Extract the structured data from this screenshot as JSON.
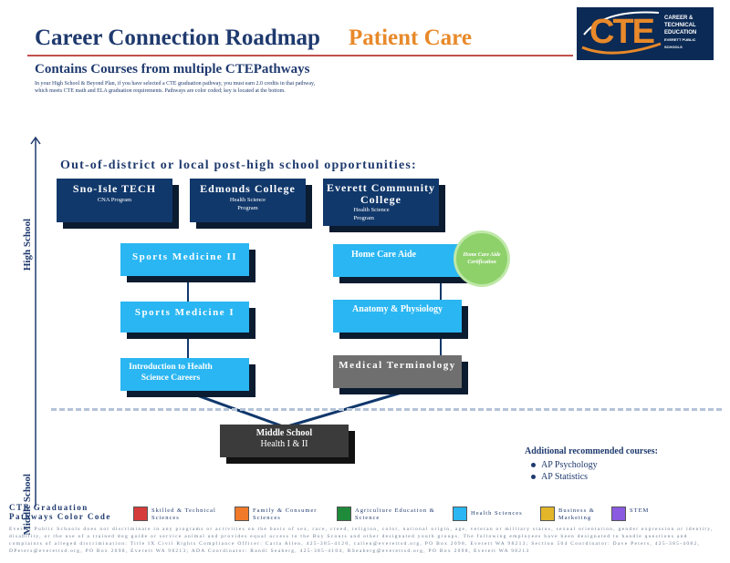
{
  "header": {
    "title": "Career Connection Roadmap",
    "pathway": "Patient Care",
    "subheading": "Contains Courses from multiple CTEPathways",
    "intro": "In your High School & Beyond Plan, if you have selected a CTE graduation pathway, you must earn 2.0 credits in that pathway, which meets CTE math and ELA graduation requirements. Pathways are color coded; key is located at the bottom."
  },
  "logo": {
    "mark": "CTE",
    "lines": [
      "CAREER &",
      "TECHNICAL",
      "EDUCATION",
      "EVERETT PUBLIC SCHOOLS"
    ]
  },
  "axis": {
    "top_label": "High School",
    "bottom_label": "Middle School"
  },
  "post_high_school": {
    "heading": "Out-of-district or local post-high school opportunities:",
    "boxes": [
      {
        "title": "Sno-Isle TECH",
        "detail": "CNA Program"
      },
      {
        "title": "Edmonds College",
        "detail": "Health Science Program"
      },
      {
        "title": "Everett Community College",
        "detail": "Health Science Program"
      }
    ]
  },
  "courses": {
    "sports_med_2": "Sports Medicine II",
    "sports_med_1": "Sports Medicine I",
    "intro_health": "Introduction to Health Science Careers",
    "home_care": "Home Care Aide",
    "anatomy": "Anatomy & Physiology",
    "med_term": "Medical Terminology",
    "middle_school_line1": "Middle School",
    "middle_school_line2": "Health I & II"
  },
  "badge": "Home Care Aide Certification",
  "additional": {
    "title": "Additional recommended courses:",
    "items": [
      "AP Psychology",
      "AP Statistics"
    ]
  },
  "legend": {
    "title_line1": "CTE Graduation",
    "title_line2": "Pathways Color Code",
    "items": [
      {
        "label": "Skilled & Technical Sciences",
        "color": "#d63b3b",
        "icon": "red-swatch"
      },
      {
        "label": "Family & Consumer Sciences",
        "color": "#f07a2a",
        "icon": "orange-swatch"
      },
      {
        "label": "Agriculture Education & Science",
        "color": "#1e8a3a",
        "icon": "green-swatch"
      },
      {
        "label": "Health Sciences",
        "color": "#2ab6f2",
        "icon": "light-blue-swatch"
      },
      {
        "label": "Business & Marketing",
        "color": "#e3b62a",
        "icon": "yellow-swatch"
      },
      {
        "label": "STEM",
        "color": "#8a5be0",
        "icon": "purple-swatch"
      }
    ]
  },
  "footer": "Everett Public Schools does not discriminate in any programs or activities on the basis of sex, race, creed, religion, color, national origin, age, veteran or military status, sexual orientation, gender expression or identity, disability, or the use of a trained dog guide or service animal and provides equal access to the Boy Scouts and other designated youth groups. The following employees have been designated to handle questions and complaints of alleged discrimination: Title IX Civil Rights Compliance Officer: Carla Allen, 425-385-4120, callen@everettsd.org, PO Box 2098, Everett WA 98213; Section 504 Coordinator: Dave Peters, 425-385-4082, DPeters@everettsd.org, PO Box 2098, Everett WA 98213; ADA Coordinator: Randi Seaberg, 425-385-4104, RSeaberg@everettsd.org, PO Box 2098, Everett WA 98213"
}
